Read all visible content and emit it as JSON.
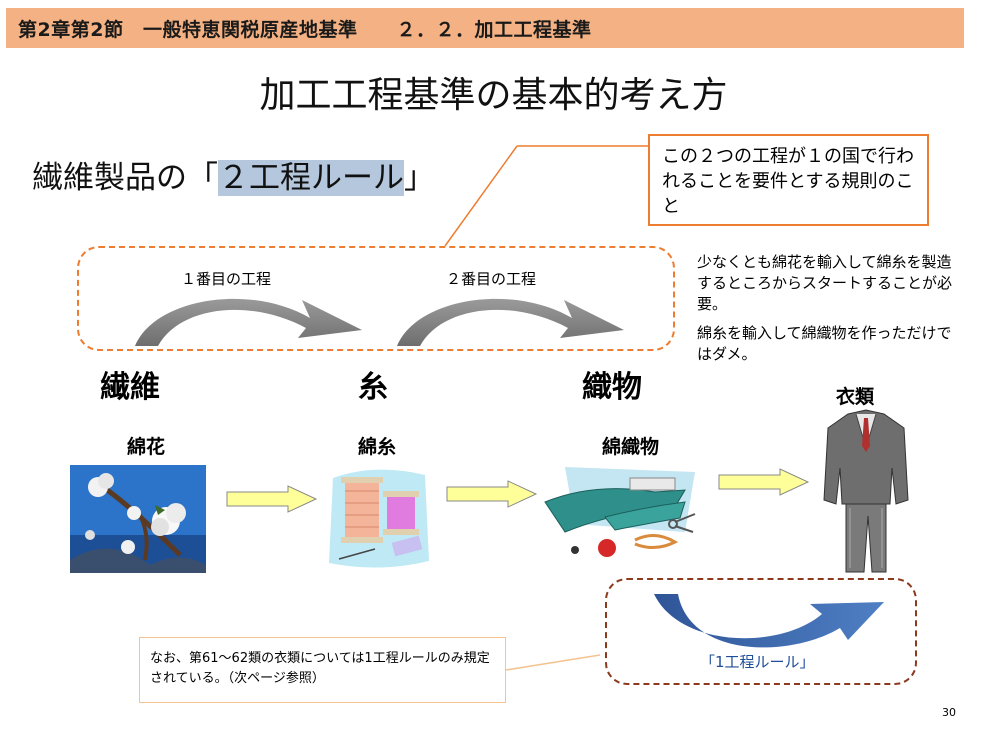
{
  "header": {
    "text": "第2章第2節　一般特恵関税原産地基準　　２．２．加工工程基準"
  },
  "title": "加工工程基準の基本的考え方",
  "subtitle": {
    "prefix": "繊維製品の「",
    "highlight": "２工程ルール",
    "suffix": "」"
  },
  "callout": "この２つの工程が１の国で行われることを要件とする規則のこと",
  "process": {
    "step1_label": "１番目の工程",
    "step2_label": "２番目の工程"
  },
  "notes": [
    "少なくとも綿花を輸入して綿糸を製造するところからスタートすることが必要。",
    "綿糸を輸入して綿織物を作っただけではダメ。"
  ],
  "stages": {
    "fiber": "繊維",
    "yarn": "糸",
    "fabric": "織物",
    "clothing": "衣類"
  },
  "items": {
    "cotton": "綿花",
    "cotton_yarn": "綿糸",
    "cotton_fabric": "綿織物"
  },
  "one_step_rule": "「1工程ルール」",
  "bottom_note": "なお、第61～62類の衣類については1工程ルールのみ規定されている。（次ページ参照）",
  "page_number": "30",
  "colors": {
    "header_bg": "#f4b183",
    "accent_orange": "#ed7d31",
    "highlight_blue": "#b4c7dc",
    "rule_blue": "#1f4e99"
  }
}
